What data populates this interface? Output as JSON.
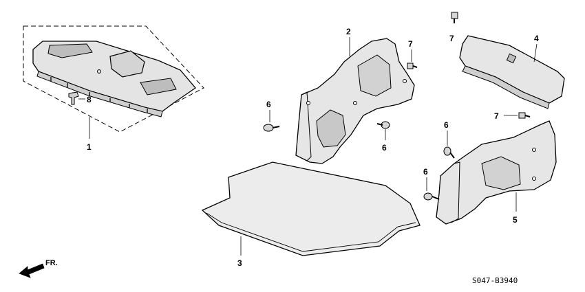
{
  "diagram": {
    "callouts": {
      "c1": "1",
      "c2": "2",
      "c3": "3",
      "c4": "4",
      "c5": "5",
      "c6a": "6",
      "c6b": "6",
      "c6c": "6",
      "c6d": "6",
      "c7a": "7",
      "c7b": "7",
      "c7c": "7",
      "c8": "8"
    },
    "front_indicator": "FR.",
    "diagram_code": "S047-B3940"
  }
}
